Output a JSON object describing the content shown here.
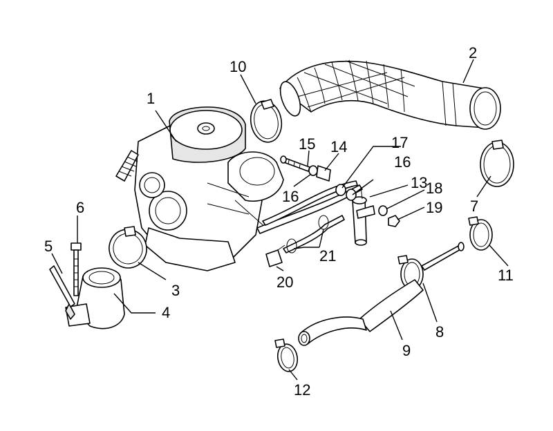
{
  "diagram": {
    "callouts": [
      {
        "id": "c1",
        "label": "1"
      },
      {
        "id": "c2",
        "label": "2"
      },
      {
        "id": "c3",
        "label": "3"
      },
      {
        "id": "c4",
        "label": "4"
      },
      {
        "id": "c5",
        "label": "5"
      },
      {
        "id": "c6",
        "label": "6"
      },
      {
        "id": "c7",
        "label": "7"
      },
      {
        "id": "c8",
        "label": "8"
      },
      {
        "id": "c9",
        "label": "9"
      },
      {
        "id": "c10",
        "label": "10"
      },
      {
        "id": "c11",
        "label": "11"
      },
      {
        "id": "c12",
        "label": "12"
      },
      {
        "id": "c13",
        "label": "13"
      },
      {
        "id": "c14",
        "label": "14"
      },
      {
        "id": "c15",
        "label": "15"
      },
      {
        "id": "c16a",
        "label": "16"
      },
      {
        "id": "c16b",
        "label": "16"
      },
      {
        "id": "c17",
        "label": "17"
      },
      {
        "id": "c18",
        "label": "18"
      },
      {
        "id": "c19",
        "label": "19"
      },
      {
        "id": "c20",
        "label": "20"
      },
      {
        "id": "c21",
        "label": "21"
      }
    ]
  }
}
